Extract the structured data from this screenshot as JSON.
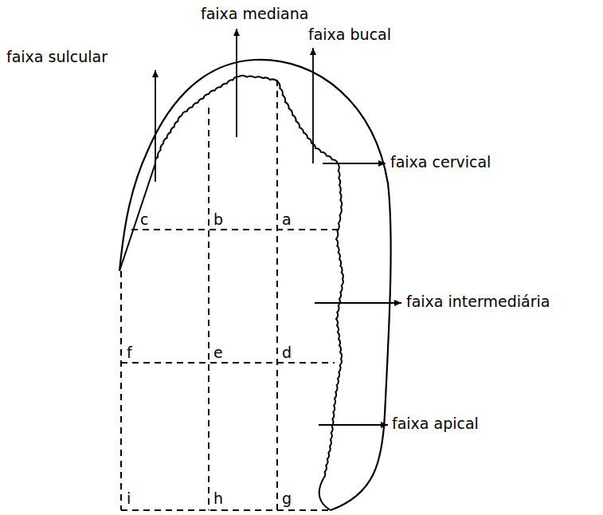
{
  "diagram": {
    "labels": [
      "faixa mediana",
      "faixa bucal",
      "faixa sulcular",
      "faixa cervical",
      "faixa intermediária",
      "faixa apical",
      "c",
      "b",
      "a",
      "f",
      "e",
      "d",
      "i",
      "h",
      "g"
    ]
  }
}
